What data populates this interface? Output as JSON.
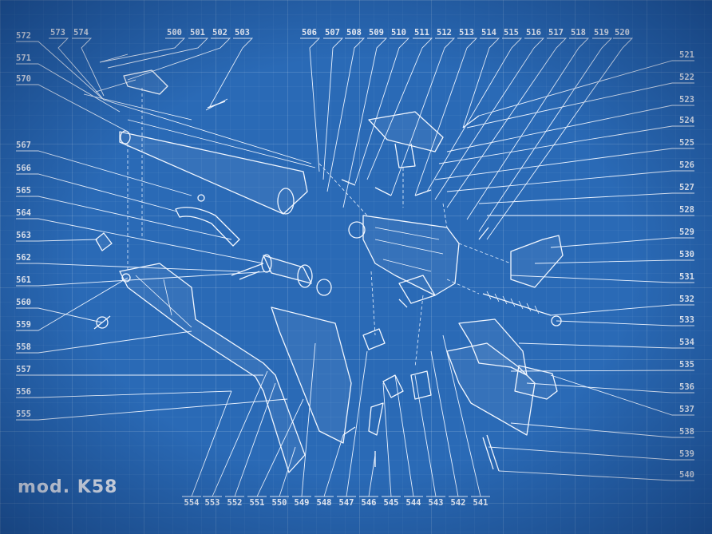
{
  "title": "mod. K58",
  "colors": {
    "background": "#2a6ab6",
    "lines": "#f2f7ff"
  },
  "labels": {
    "top": [
      "573",
      "574",
      "500",
      "501",
      "502",
      "503",
      "506",
      "507",
      "508",
      "509",
      "510",
      "511",
      "512",
      "513",
      "514",
      "515",
      "516",
      "517",
      "518",
      "519",
      "520"
    ],
    "left": [
      "572",
      "571",
      "570",
      "567",
      "566",
      "565",
      "564",
      "563",
      "562",
      "561",
      "560",
      "559",
      "558",
      "557",
      "556",
      "555"
    ],
    "right": [
      "521",
      "522",
      "523",
      "524",
      "525",
      "526",
      "527",
      "528",
      "529",
      "530",
      "531",
      "532",
      "533",
      "534",
      "535",
      "536",
      "537",
      "538",
      "539",
      "540"
    ],
    "bottom": [
      "554",
      "553",
      "552",
      "551",
      "550",
      "549",
      "548",
      "547",
      "546",
      "545",
      "544",
      "543",
      "542",
      "541"
    ]
  }
}
